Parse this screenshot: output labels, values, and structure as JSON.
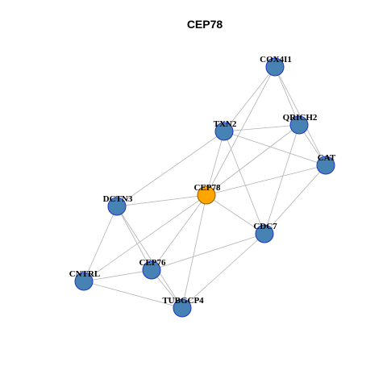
{
  "title": "CEP78",
  "colors": {
    "background": "#ffffff",
    "edge": "#b3b3b3",
    "node_fill": "#4682b4",
    "node_stroke": "#1f33c8",
    "hub_fill": "#ffa500",
    "hub_stroke": "#8a5a00",
    "label": "#000000"
  },
  "nodes": [
    {
      "id": "COX4I1",
      "label": "COX4I1",
      "hub": false
    },
    {
      "id": "QRICH2",
      "label": "QRICH2",
      "hub": false
    },
    {
      "id": "TXN2",
      "label": "TXN2",
      "hub": false
    },
    {
      "id": "CAT",
      "label": "CAT",
      "hub": false
    },
    {
      "id": "CEP78",
      "label": "CEP78",
      "hub": true
    },
    {
      "id": "DCTN3",
      "label": "DCTN3",
      "hub": false
    },
    {
      "id": "CDC7",
      "label": "CDC7",
      "hub": false
    },
    {
      "id": "CEP76",
      "label": "CEP76",
      "hub": false
    },
    {
      "id": "CNTRL",
      "label": "CNTRL",
      "hub": false
    },
    {
      "id": "TUBGCP4",
      "label": "TUBGCP4",
      "hub": false
    }
  ],
  "edges": [
    [
      "COX4I1",
      "QRICH2"
    ],
    [
      "COX4I1",
      "TXN2"
    ],
    [
      "COX4I1",
      "CEP78"
    ],
    [
      "COX4I1",
      "CAT"
    ],
    [
      "QRICH2",
      "TXN2"
    ],
    [
      "QRICH2",
      "CAT"
    ],
    [
      "QRICH2",
      "CEP78"
    ],
    [
      "QRICH2",
      "CDC7"
    ],
    [
      "TXN2",
      "CAT"
    ],
    [
      "TXN2",
      "DCTN3"
    ],
    [
      "TXN2",
      "CDC7"
    ],
    [
      "TXN2",
      "CEP78"
    ],
    [
      "CAT",
      "CEP78"
    ],
    [
      "CAT",
      "CDC7"
    ],
    [
      "CEP78",
      "DCTN3"
    ],
    [
      "CEP78",
      "CDC7"
    ],
    [
      "CEP78",
      "CEP76"
    ],
    [
      "CEP78",
      "CNTRL"
    ],
    [
      "CEP78",
      "TUBGCP4"
    ],
    [
      "DCTN3",
      "CEP76"
    ],
    [
      "DCTN3",
      "CNTRL"
    ],
    [
      "DCTN3",
      "TUBGCP4"
    ],
    [
      "CDC7",
      "CEP76"
    ],
    [
      "CDC7",
      "TUBGCP4"
    ],
    [
      "CEP76",
      "CNTRL"
    ],
    [
      "CEP76",
      "TUBGCP4"
    ],
    [
      "CNTRL",
      "TUBGCP4"
    ]
  ]
}
